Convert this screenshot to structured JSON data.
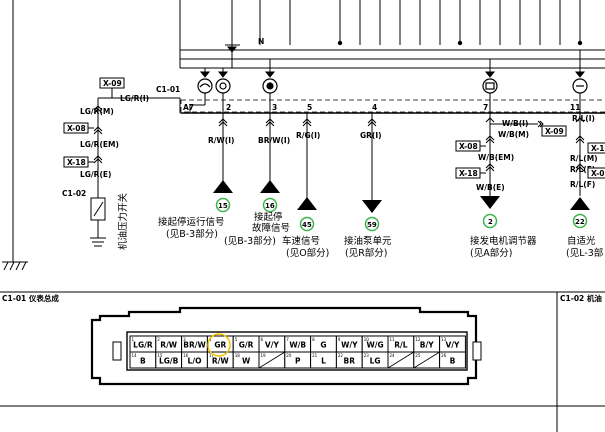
{
  "connector_tags": {
    "x09_top": "X-09",
    "x08": "X-08",
    "x18": "X-18",
    "x08_right": "X-08",
    "x18_right": "X-18",
    "x09_right": "X-09",
    "x1_right_a": "X-1",
    "x0_right_b": "X-0"
  },
  "left_wires": {
    "lgr_i": "LG/R(I)",
    "lgr_m": "LG/R(M)",
    "lgr_em": "LG/R(EM)",
    "lgr_e": "LG/R(E)"
  },
  "connectors": {
    "c1_01": "C1-01",
    "c1_02": "C1-02",
    "a7": "A7"
  },
  "oil_switch_label": "机油压力开关",
  "pins": {
    "p2": "2",
    "p3": "3",
    "p5": "5",
    "p4": "4",
    "p7": "7",
    "p11": "11"
  },
  "branch_wires": {
    "rw": "R/W(I)",
    "brw": "BR/W(I)",
    "rg": "R/G(I)",
    "gr": "GR(I)",
    "wb_i": "W/B(I)",
    "wb_m": "W/B(M)",
    "wb_em": "W/B(EM)",
    "wb_e": "W/B(E)",
    "rl_i": "R/L(I)",
    "rl_m": "R/L(M)",
    "rl_e": "R/L(E)",
    "rl_f": "R/L(F)"
  },
  "refs": {
    "r15": "15",
    "r16": "16",
    "r45": "45",
    "r59": "59",
    "r2": "2",
    "r22": "22"
  },
  "descriptions": {
    "d15_l1": "接起停运行信号",
    "d15_l2": "(见B-3部分)",
    "d16_l1": "接起停",
    "d16_l2": "故障信号",
    "d16_l3": "(见B-3部分)",
    "d45_l1": "车速信号",
    "d45_l2": "(见O部分)",
    "d59_l1": "接油泵单元",
    "d59_l2": "(见R部分)",
    "d2_l1": "接发电机调节器",
    "d2_l2": "(见A部分)",
    "d22_l1": "自适光",
    "d22_l2": "(见L-3部"
  },
  "panels": {
    "c1_01_title": "C1-01  仪表总成",
    "c1_02_title": "C1-02  机油"
  },
  "connector_grid": {
    "top_row": [
      "LG/R",
      "R/W",
      "BR/W",
      "GR",
      "G/R",
      "V/Y",
      "W/B",
      "G",
      "W/Y",
      "W/G",
      "R/L",
      "B/Y",
      "V/Y"
    ],
    "top_row_pins": [
      "1",
      "2",
      "3",
      "4",
      "5",
      "6",
      "7",
      "8",
      "9",
      "10",
      "11",
      "12",
      "13"
    ],
    "bottom_row": [
      "B",
      "LG/B",
      "L/O",
      "R/W",
      "W",
      "",
      "P",
      "L",
      "BR",
      "LG",
      "",
      "",
      "B"
    ],
    "bottom_row_pins": [
      "14",
      "15",
      "16",
      "17",
      "18",
      "19",
      "20",
      "21",
      "22",
      "23",
      "24",
      "25",
      "26"
    ]
  },
  "misc": {
    "n_mark": "N"
  }
}
